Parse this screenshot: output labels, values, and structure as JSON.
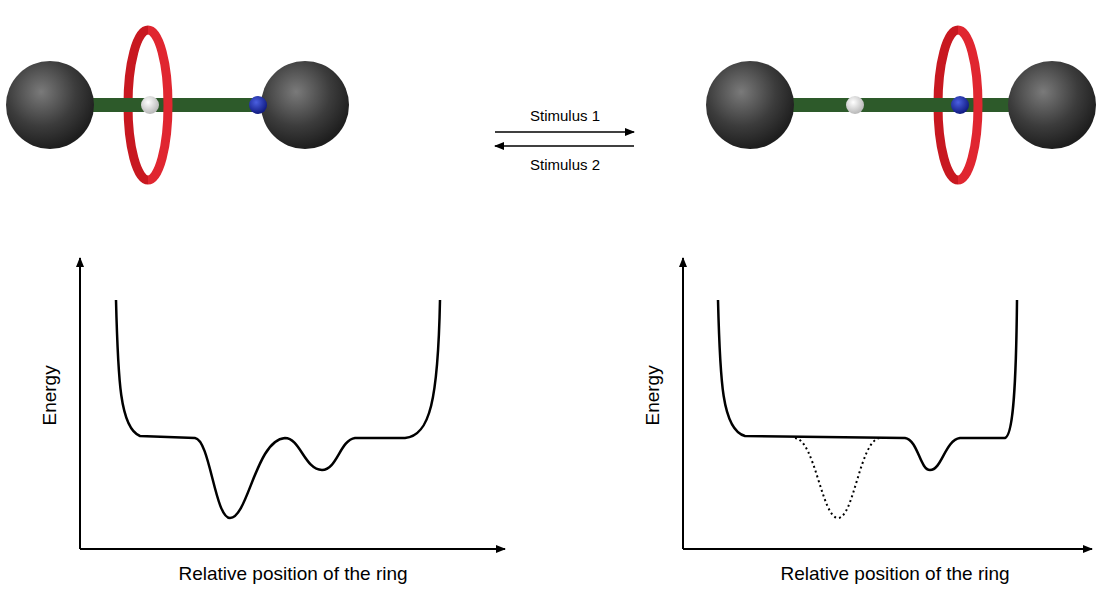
{
  "diagram": {
    "labels": [
      "Stimulus 1",
      "Stimulus 2",
      "Energy",
      "Relative position of the ring",
      "Energy",
      "Relative position of the ring"
    ]
  }
}
